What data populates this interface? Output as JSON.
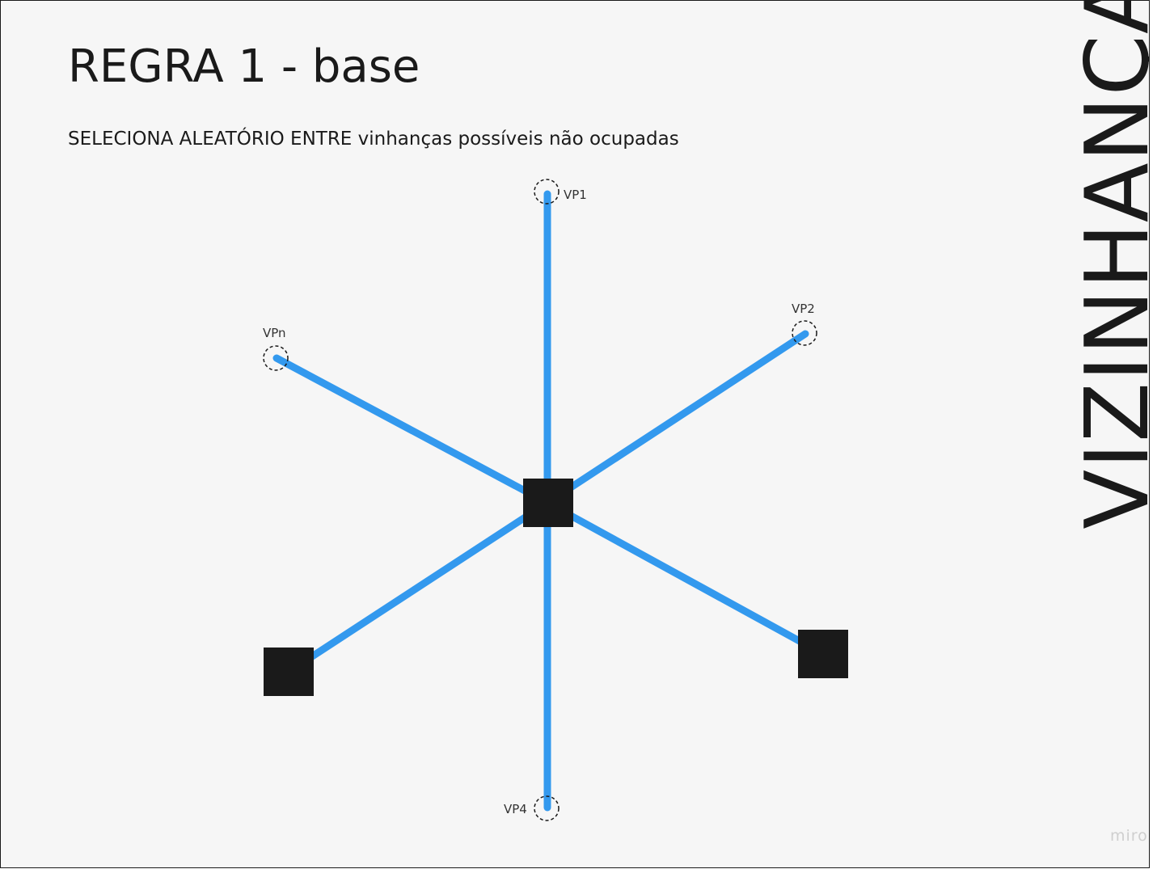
{
  "title": "REGRA 1 - base",
  "subtitle": "SELECIONA ALEATÓRIO ENTRE vinhanças possíveis não ocupadas",
  "side_title": "VIZINHANÇA",
  "watermark": "miro",
  "colors": {
    "background": "#f6f6f6",
    "connector": "#3399ee",
    "node": "#1a1a1a",
    "text": "#1a1a1a"
  },
  "diagram": {
    "center_node": "occupied-cell",
    "vertices": [
      {
        "id": "vp1",
        "label": "VP1",
        "shape": "dashed-circle"
      },
      {
        "id": "vp2",
        "label": "VP2",
        "shape": "dashed-circle"
      },
      {
        "id": "vpn",
        "label": "VPn",
        "shape": "dashed-circle"
      },
      {
        "id": "vp4",
        "label": "VP4",
        "shape": "dashed-circle"
      },
      {
        "id": "occupied-left",
        "label": "",
        "shape": "filled-square"
      },
      {
        "id": "occupied-right",
        "label": "",
        "shape": "filled-square"
      }
    ]
  }
}
